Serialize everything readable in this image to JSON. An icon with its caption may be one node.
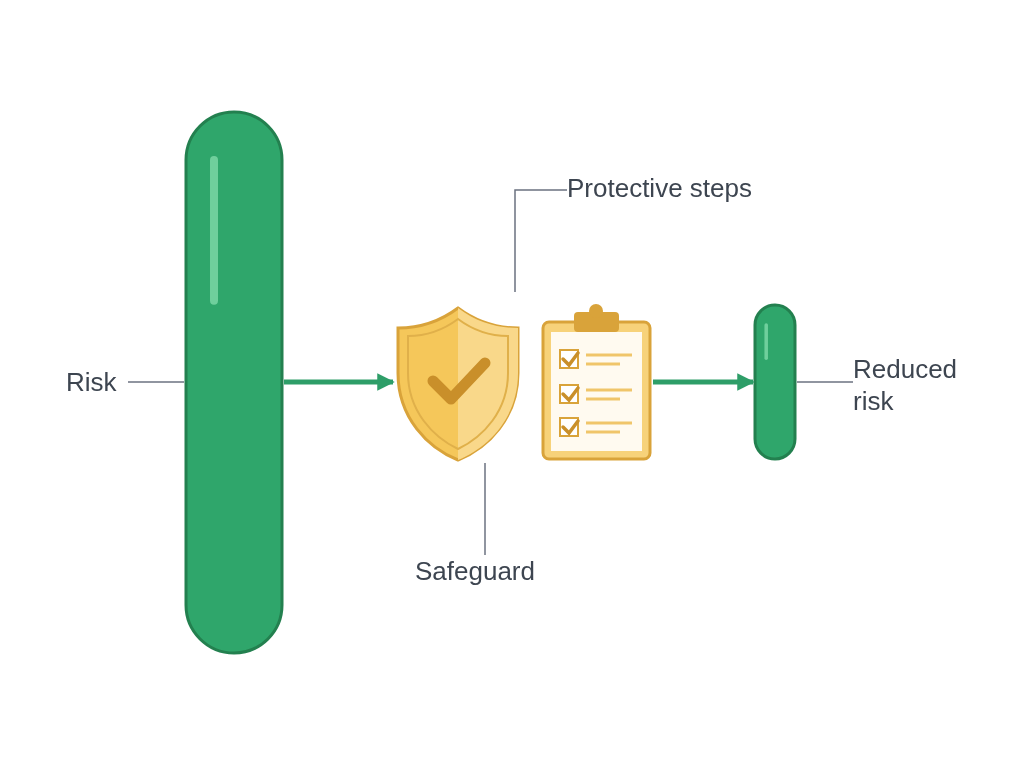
{
  "diagram": {
    "nodes": [
      {
        "text": [
          "Risk"
        ]
      },
      {
        "text": [],
        "shape": "bar"
      },
      {
        "text": [
          "Protective steps"
        ]
      },
      {
        "text": [],
        "shape": "shield"
      },
      {
        "text": [],
        "shape": "clipboard"
      },
      {
        "text": [
          "Safeguard"
        ]
      },
      {
        "text": [],
        "shape": "bar"
      },
      {
        "text": [
          "Reduced risk"
        ]
      }
    ],
    "edges": [
      {
        "from": 0,
        "to": 1,
        "arrow": "none"
      },
      {
        "from": 1,
        "to": 3,
        "arrow": "to",
        "style": "thick",
        "color": "#2e9e68"
      },
      {
        "from": 2,
        "to": null,
        "arrow": "none"
      },
      {
        "from": 5,
        "to": 3,
        "arrow": "none"
      },
      {
        "from": 4,
        "to": 6,
        "arrow": "to",
        "style": "thick",
        "color": "#2e9e68"
      },
      {
        "from": 7,
        "to": 6,
        "arrow": "none"
      }
    ]
  }
}
